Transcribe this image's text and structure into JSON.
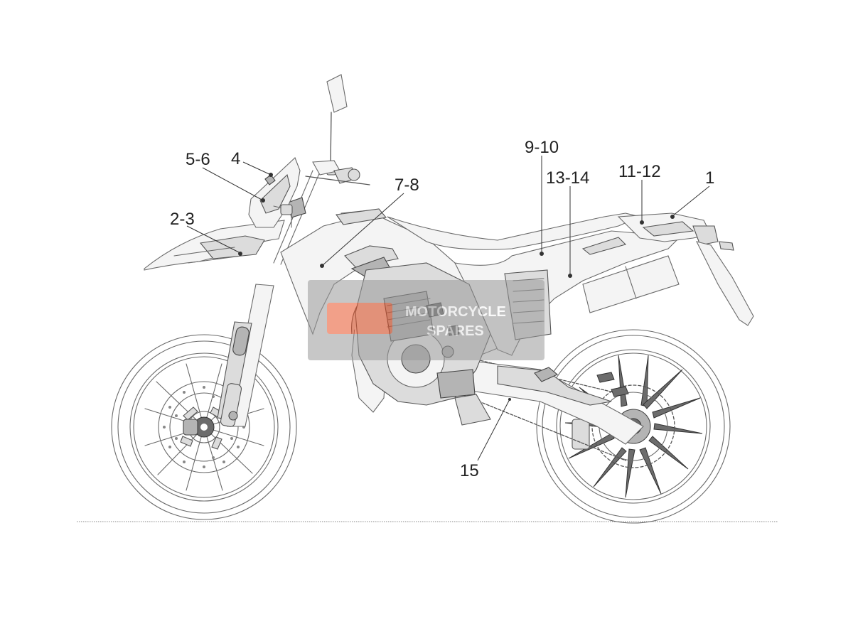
{
  "callouts": [
    {
      "label": "1"
    },
    {
      "label": "2-3"
    },
    {
      "label": "4"
    },
    {
      "label": "5-6"
    },
    {
      "label": "7-8"
    },
    {
      "label": "9-10"
    },
    {
      "label": "11-12"
    },
    {
      "label": "13-14"
    },
    {
      "label": "15"
    }
  ],
  "watermark": {
    "text_line1": "MOTORCYCLE",
    "text_line2": "SPARES"
  },
  "colors": {
    "line": "#6a6a6a",
    "label": "#222222",
    "watermark_box": "#9a9a9a",
    "watermark_accent": "#e8542a"
  }
}
